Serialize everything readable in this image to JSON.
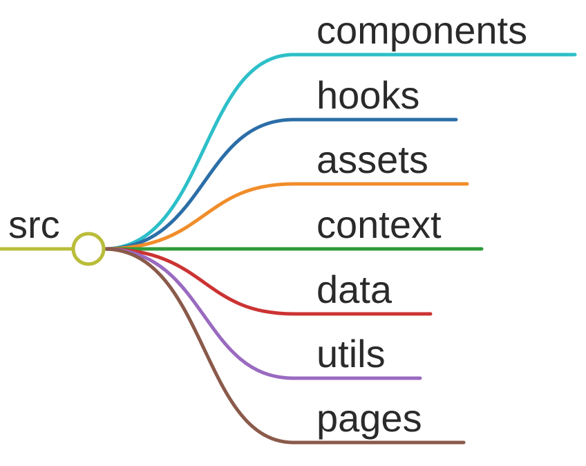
{
  "root": {
    "label": "src",
    "color": "#b9bd3a"
  },
  "branches": [
    {
      "label": "components",
      "color": "#2dbfc9"
    },
    {
      "label": "hooks",
      "color": "#2b6ea8"
    },
    {
      "label": "assets",
      "color": "#f08d2a"
    },
    {
      "label": "context",
      "color": "#2f9a3a"
    },
    {
      "label": "data",
      "color": "#cc3333"
    },
    {
      "label": "utils",
      "color": "#9a6ac0"
    },
    {
      "label": "pages",
      "color": "#8a5a4a"
    }
  ]
}
